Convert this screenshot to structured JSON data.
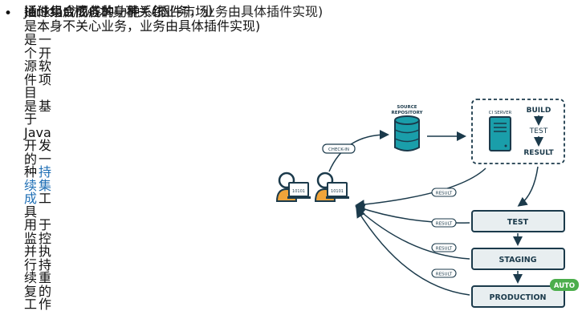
{
  "text": {
    "overlap_a": "通过集成而成的一种系统",
    "overlap_b": "插件组合成各种功能 （插件市场）",
    "overlap_c": "Jenkins 核心本身不关心业务，业务由具体插件实现)",
    "line2": "是本身不关心业务，业务由具体插件实现)",
    "col_left": [
      "是",
      "个",
      "源",
      "件",
      "目",
      "是",
      "于",
      "Java",
      "开",
      "的",
      "种",
      "续",
      "成",
      "具",
      "用",
      "监",
      "并",
      "行",
      "续",
      "复",
      "工"
    ],
    "col_right": [
      "一",
      "开",
      "软",
      "项",
      "",
      "基",
      "",
      "",
      "发",
      "一",
      "持",
      "集",
      "工",
      "",
      "于",
      "控",
      "执",
      "持",
      "重",
      "的",
      "作"
    ],
    "link_chars": [
      "持",
      "续",
      "集",
      "成"
    ]
  },
  "diagram": {
    "source_repository": [
      "SOURCE",
      "REPOSITORY"
    ],
    "ci_server": "CI SERVER",
    "build": "BUILD",
    "test_small": "TEST",
    "result_small": "RESULT",
    "check_in": "CHECK-IN",
    "result_tag": "RESULT",
    "stages": [
      "TEST",
      "STAGING",
      "PRODUCTION"
    ],
    "auto": "AUTO",
    "binary": "10101"
  },
  "colors": {
    "teal": "#1a9eaa",
    "navy": "#1b3a4b",
    "stage_fill": "#e8eef0",
    "green": "#4cae4c",
    "orange": "#f0a43a",
    "link": "#1f6fb5"
  }
}
